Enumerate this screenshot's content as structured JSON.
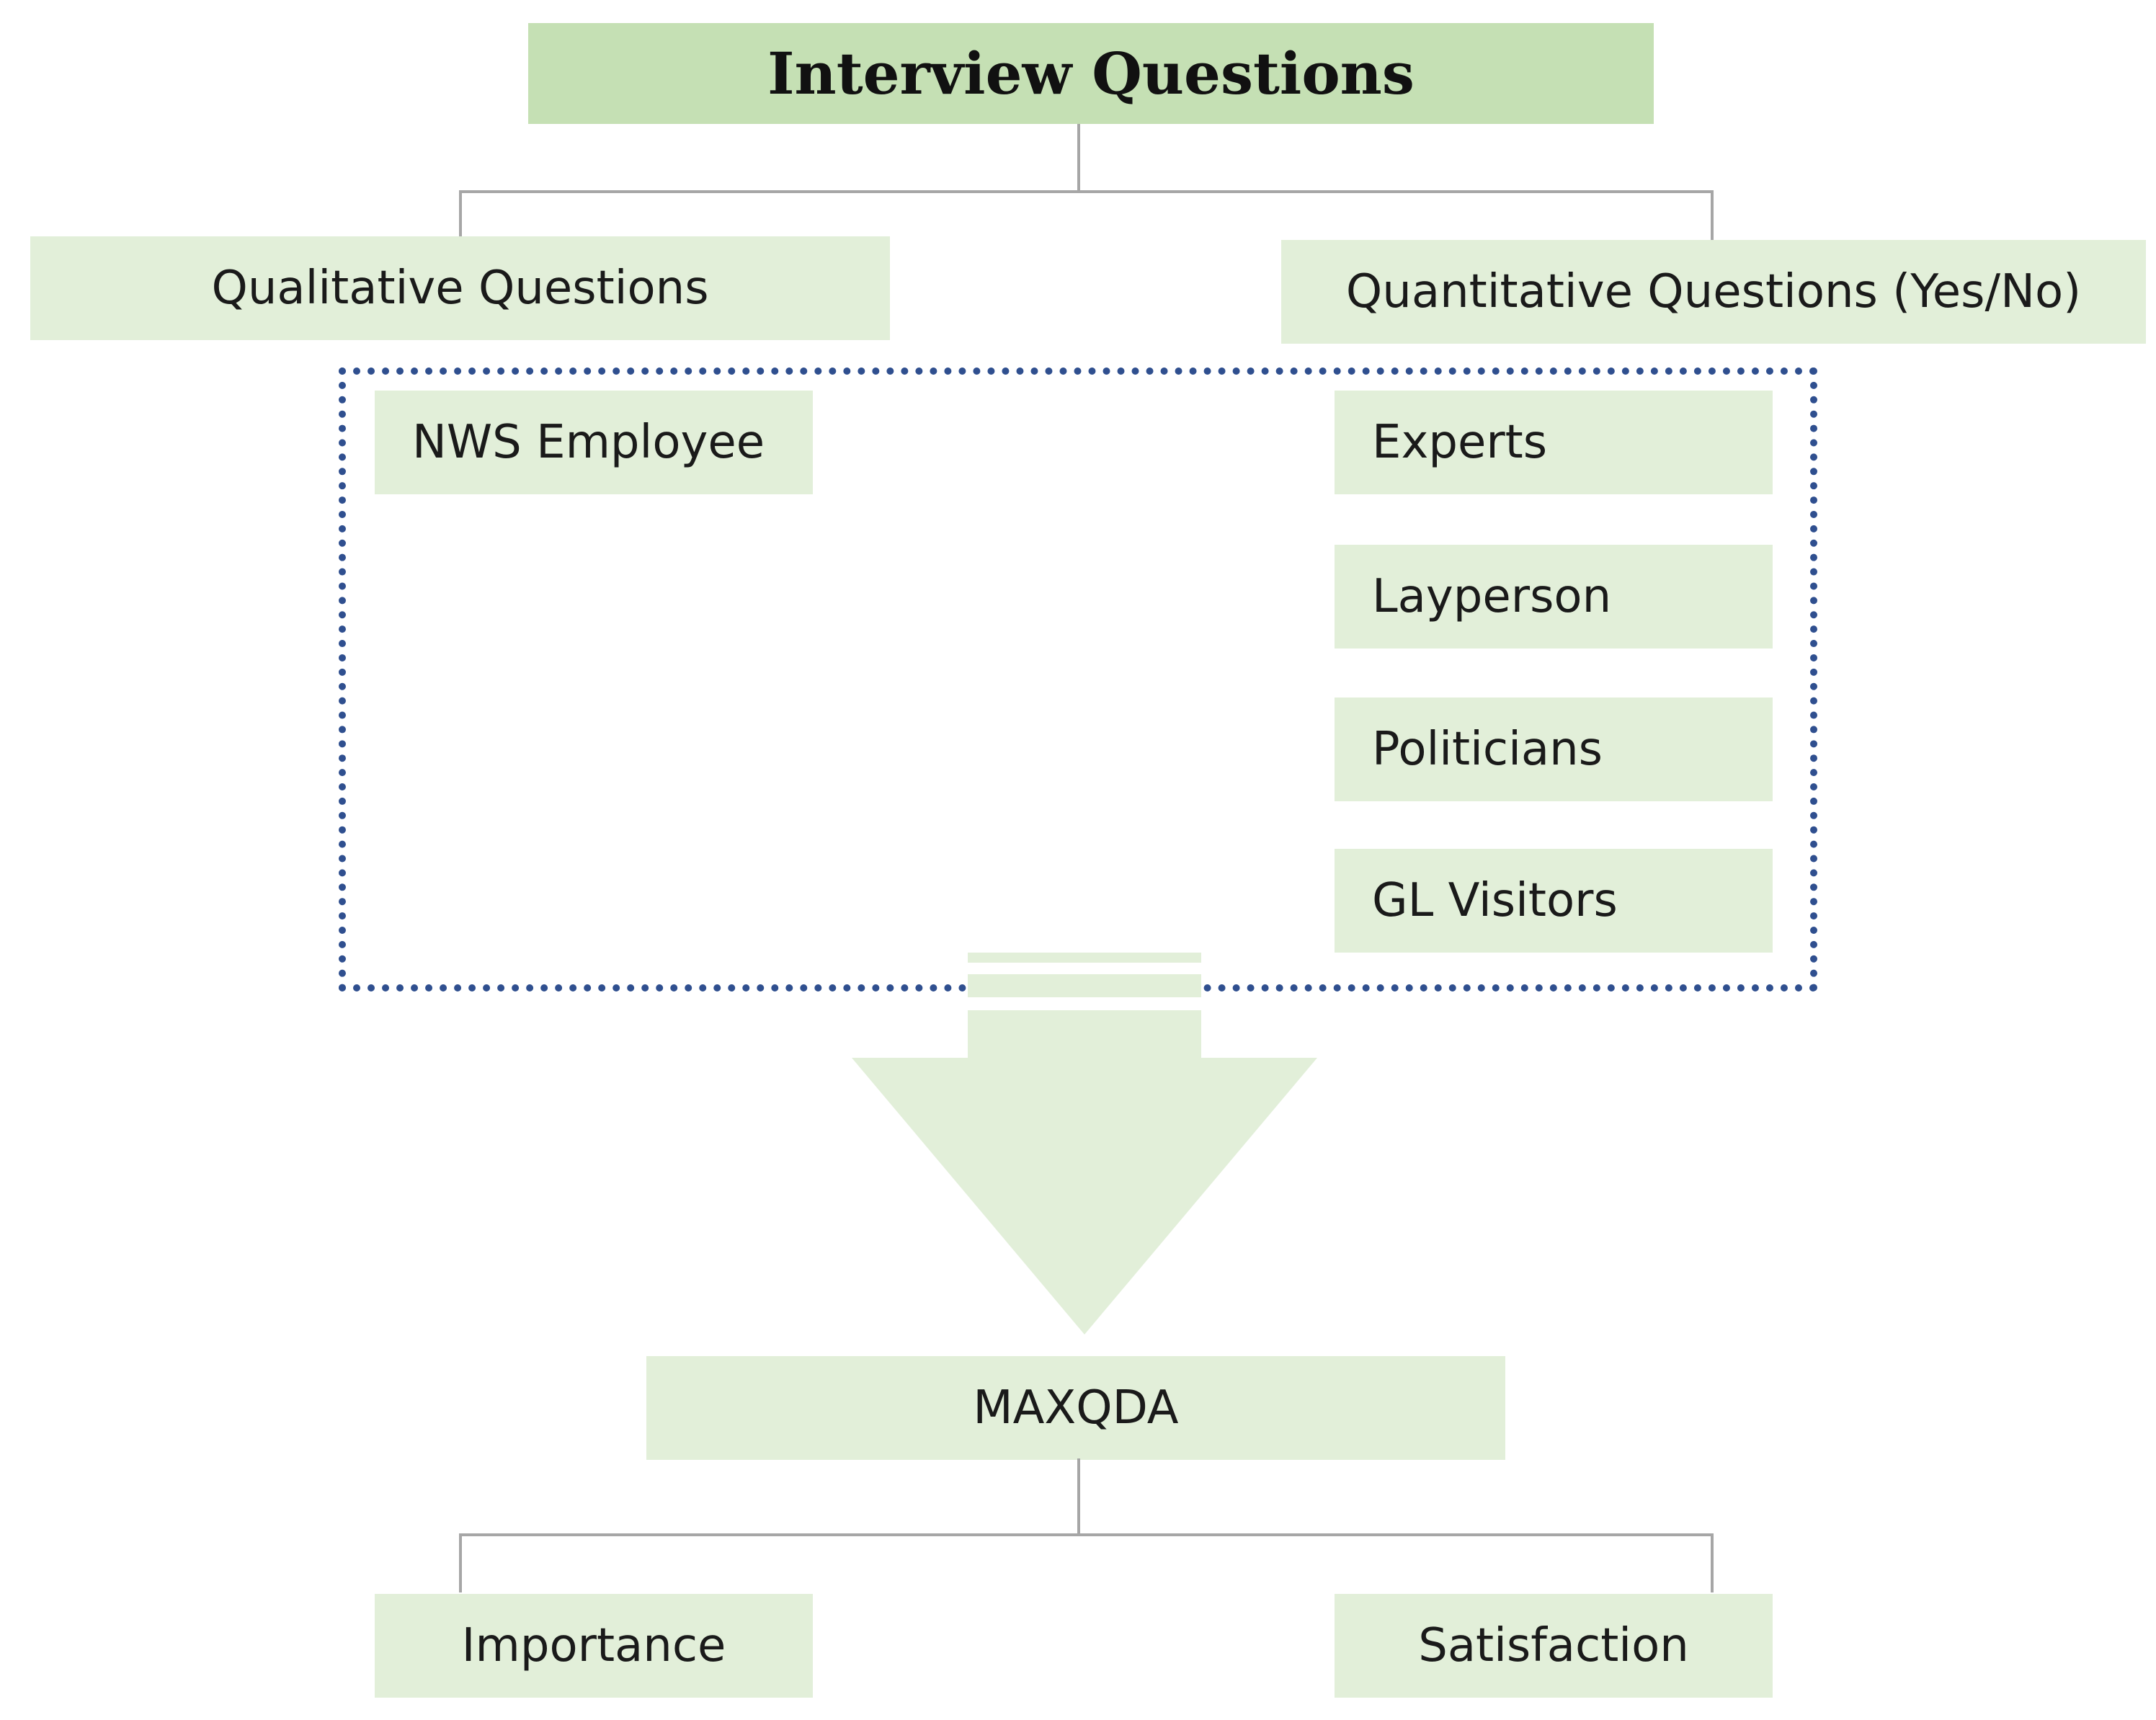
{
  "title": "Interview Questions",
  "branches": {
    "qualitative": "Qualitative Questions",
    "quantitative": "Quantitative Questions (Yes/No)"
  },
  "participants": {
    "qualitative": [
      "NWS Employee"
    ],
    "quantitative": [
      "Experts",
      "Layperson",
      "Politicians",
      "GL Visitors"
    ]
  },
  "analysis_tool": "MAXQDA",
  "outputs": [
    "Importance",
    "Satisfaction"
  ],
  "colors": {
    "title_fill": "#c5e0b4",
    "box_fill": "#e2efd9",
    "connector": "#a6a6a6",
    "dotted_frame": "#2f4f8f",
    "arrow_fill": "#e2efd9"
  }
}
